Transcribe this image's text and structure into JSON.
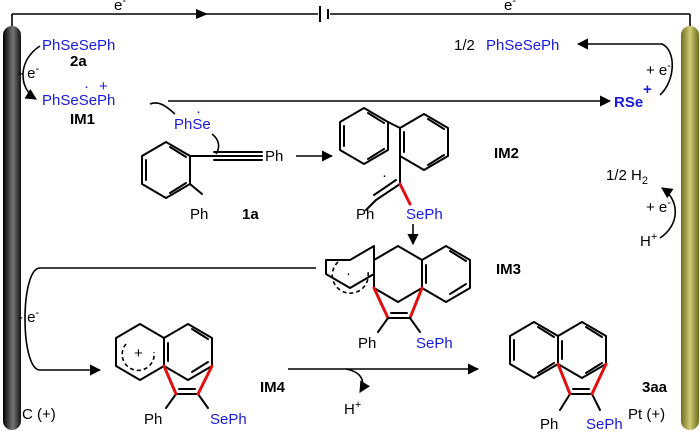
{
  "top_wire": {
    "electron_left": "e",
    "electron_right": "e",
    "minus": "-"
  },
  "anode": {
    "label": "C (+)"
  },
  "cathode": {
    "label": "Pt (+)"
  },
  "s2a": {
    "formula": "PhSeSePh",
    "id": "2a"
  },
  "ox1": {
    "text": "- e"
  },
  "im1": {
    "formula": "PhSeSePh",
    "id": "IM1",
    "dot": "·",
    "plus": "+"
  },
  "phse": {
    "label": "PhSe",
    "dot": "·"
  },
  "rse": {
    "label": "RSe",
    "plus": "+"
  },
  "recycle": {
    "label": "1/2 PhSeSePh",
    "step": "+ e"
  },
  "h2": {
    "label": "1/2 H",
    "sub": "2",
    "step": "+ e",
    "proton": "H",
    "plus": "+"
  },
  "sub1a": {
    "id": "1a",
    "ph_top": "Ph",
    "ph_bottom": "Ph"
  },
  "im2": {
    "id": "IM2",
    "ph": "Ph",
    "seph": "SePh",
    "dot": "·"
  },
  "im3": {
    "id": "IM3",
    "ph": "Ph",
    "seph": "SePh",
    "dot": "·"
  },
  "ox2": {
    "text": "- e"
  },
  "im4": {
    "id": "IM4",
    "ph": "Ph",
    "seph": "SePh",
    "plus": "+"
  },
  "proton_loss": {
    "label": "H",
    "plus": "+"
  },
  "p3aa": {
    "id": "3aa",
    "ph": "Ph",
    "seph": "SePh"
  },
  "colors": {
    "blue": "#1a1adc",
    "red": "#e01010",
    "gold": "#a3a03a",
    "dark": "#111111"
  }
}
